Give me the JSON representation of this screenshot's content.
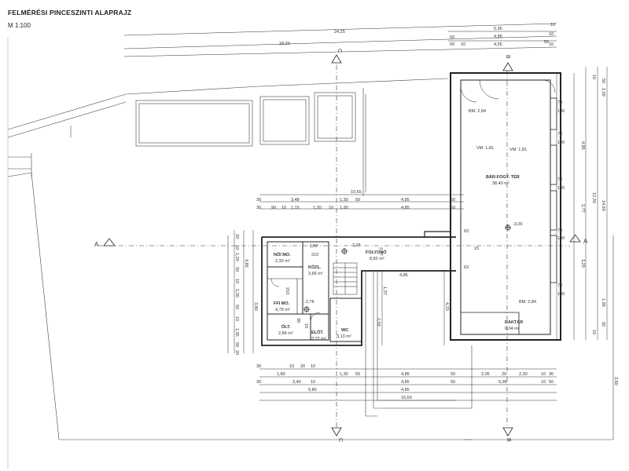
{
  "drawing": {
    "title": "FELMÉRÉSI PINCESZINTI ALAPRAJZ",
    "scale": "M 1:100"
  },
  "section_marks": {
    "a": "A",
    "b": "B",
    "c": "C"
  },
  "rooms": {
    "bar": {
      "name": "BÁR-FOGY. TÉR",
      "area": "38,40 m²"
    },
    "raktar": {
      "name": "RAKTÁR",
      "area": "6,04 m²"
    },
    "folyoso": {
      "name": "FOLYOSÓ",
      "area": "8,82 m²"
    },
    "noi_mo": {
      "name": "NŐI MO.",
      "area": "2,33 m²"
    },
    "kozl": {
      "name": "KÖZL.",
      "area": "3,66 m²"
    },
    "ffi_mo": {
      "name": "FFI MO.",
      "area": "4,79 m²"
    },
    "olt": {
      "name": "ÖLT.",
      "area": "2,84 m²"
    },
    "elot": {
      "name": "ELŐT.",
      "area": "3,22 m²"
    },
    "wc": {
      "name": "WC",
      "area": "3,13 m²"
    }
  },
  "labels": {
    "bm_top": "BM: 2,84",
    "bm_bottom": "BM: 2,84",
    "vm_left": "VM: 1,81",
    "vm_right": "VM: 1,81",
    "level_main": "-3,26",
    "level_corridor": "-2,78",
    "level_small": "-2,78",
    "door_120": "120°",
    "door_210": "210",
    "door_210b": "210"
  },
  "dimensions": {
    "top": [
      "24,25",
      "18,20",
      "5,95",
      "4,85",
      "4,55",
      "10",
      "50",
      "10",
      "50",
      "50",
      "10",
      "10"
    ],
    "middle": [
      "10,65",
      "3,48",
      "4,85",
      "50",
      "30",
      "90",
      "10",
      "1,15",
      "1,20",
      "10",
      "1,30",
      "50",
      "4,85",
      "50",
      "30",
      "1,30"
    ],
    "lower": [
      "30",
      "1,80",
      "10",
      "20",
      "10",
      "1,30",
      "50",
      "4,85",
      "50",
      "2,05",
      "20",
      "2,30",
      "10",
      "30",
      "3,40",
      "30",
      "10",
      "4,85",
      "50",
      "5,95",
      "50",
      "10",
      "5,80",
      "4,85",
      "16,60"
    ],
    "right": [
      "70",
      "100",
      "70",
      "100",
      "70",
      "100",
      "70",
      "100",
      "70",
      "100"
    ],
    "far_right": [
      "14,60",
      "12,30",
      "4,85",
      "2,77",
      "3,20",
      "1,90",
      "3,60",
      "10",
      "50",
      "50",
      "10",
      "2,00"
    ],
    "left": [
      "20",
      "10",
      "1,20",
      "50",
      "4,85",
      "10",
      "1,30",
      "50",
      "3,80",
      "10",
      "1,35",
      "50",
      "20"
    ],
    "interior": [
      "4,85",
      "2,50",
      "4,23",
      "1,37",
      "90",
      "10",
      "2,77",
      "15",
      "63",
      "63"
    ]
  }
}
